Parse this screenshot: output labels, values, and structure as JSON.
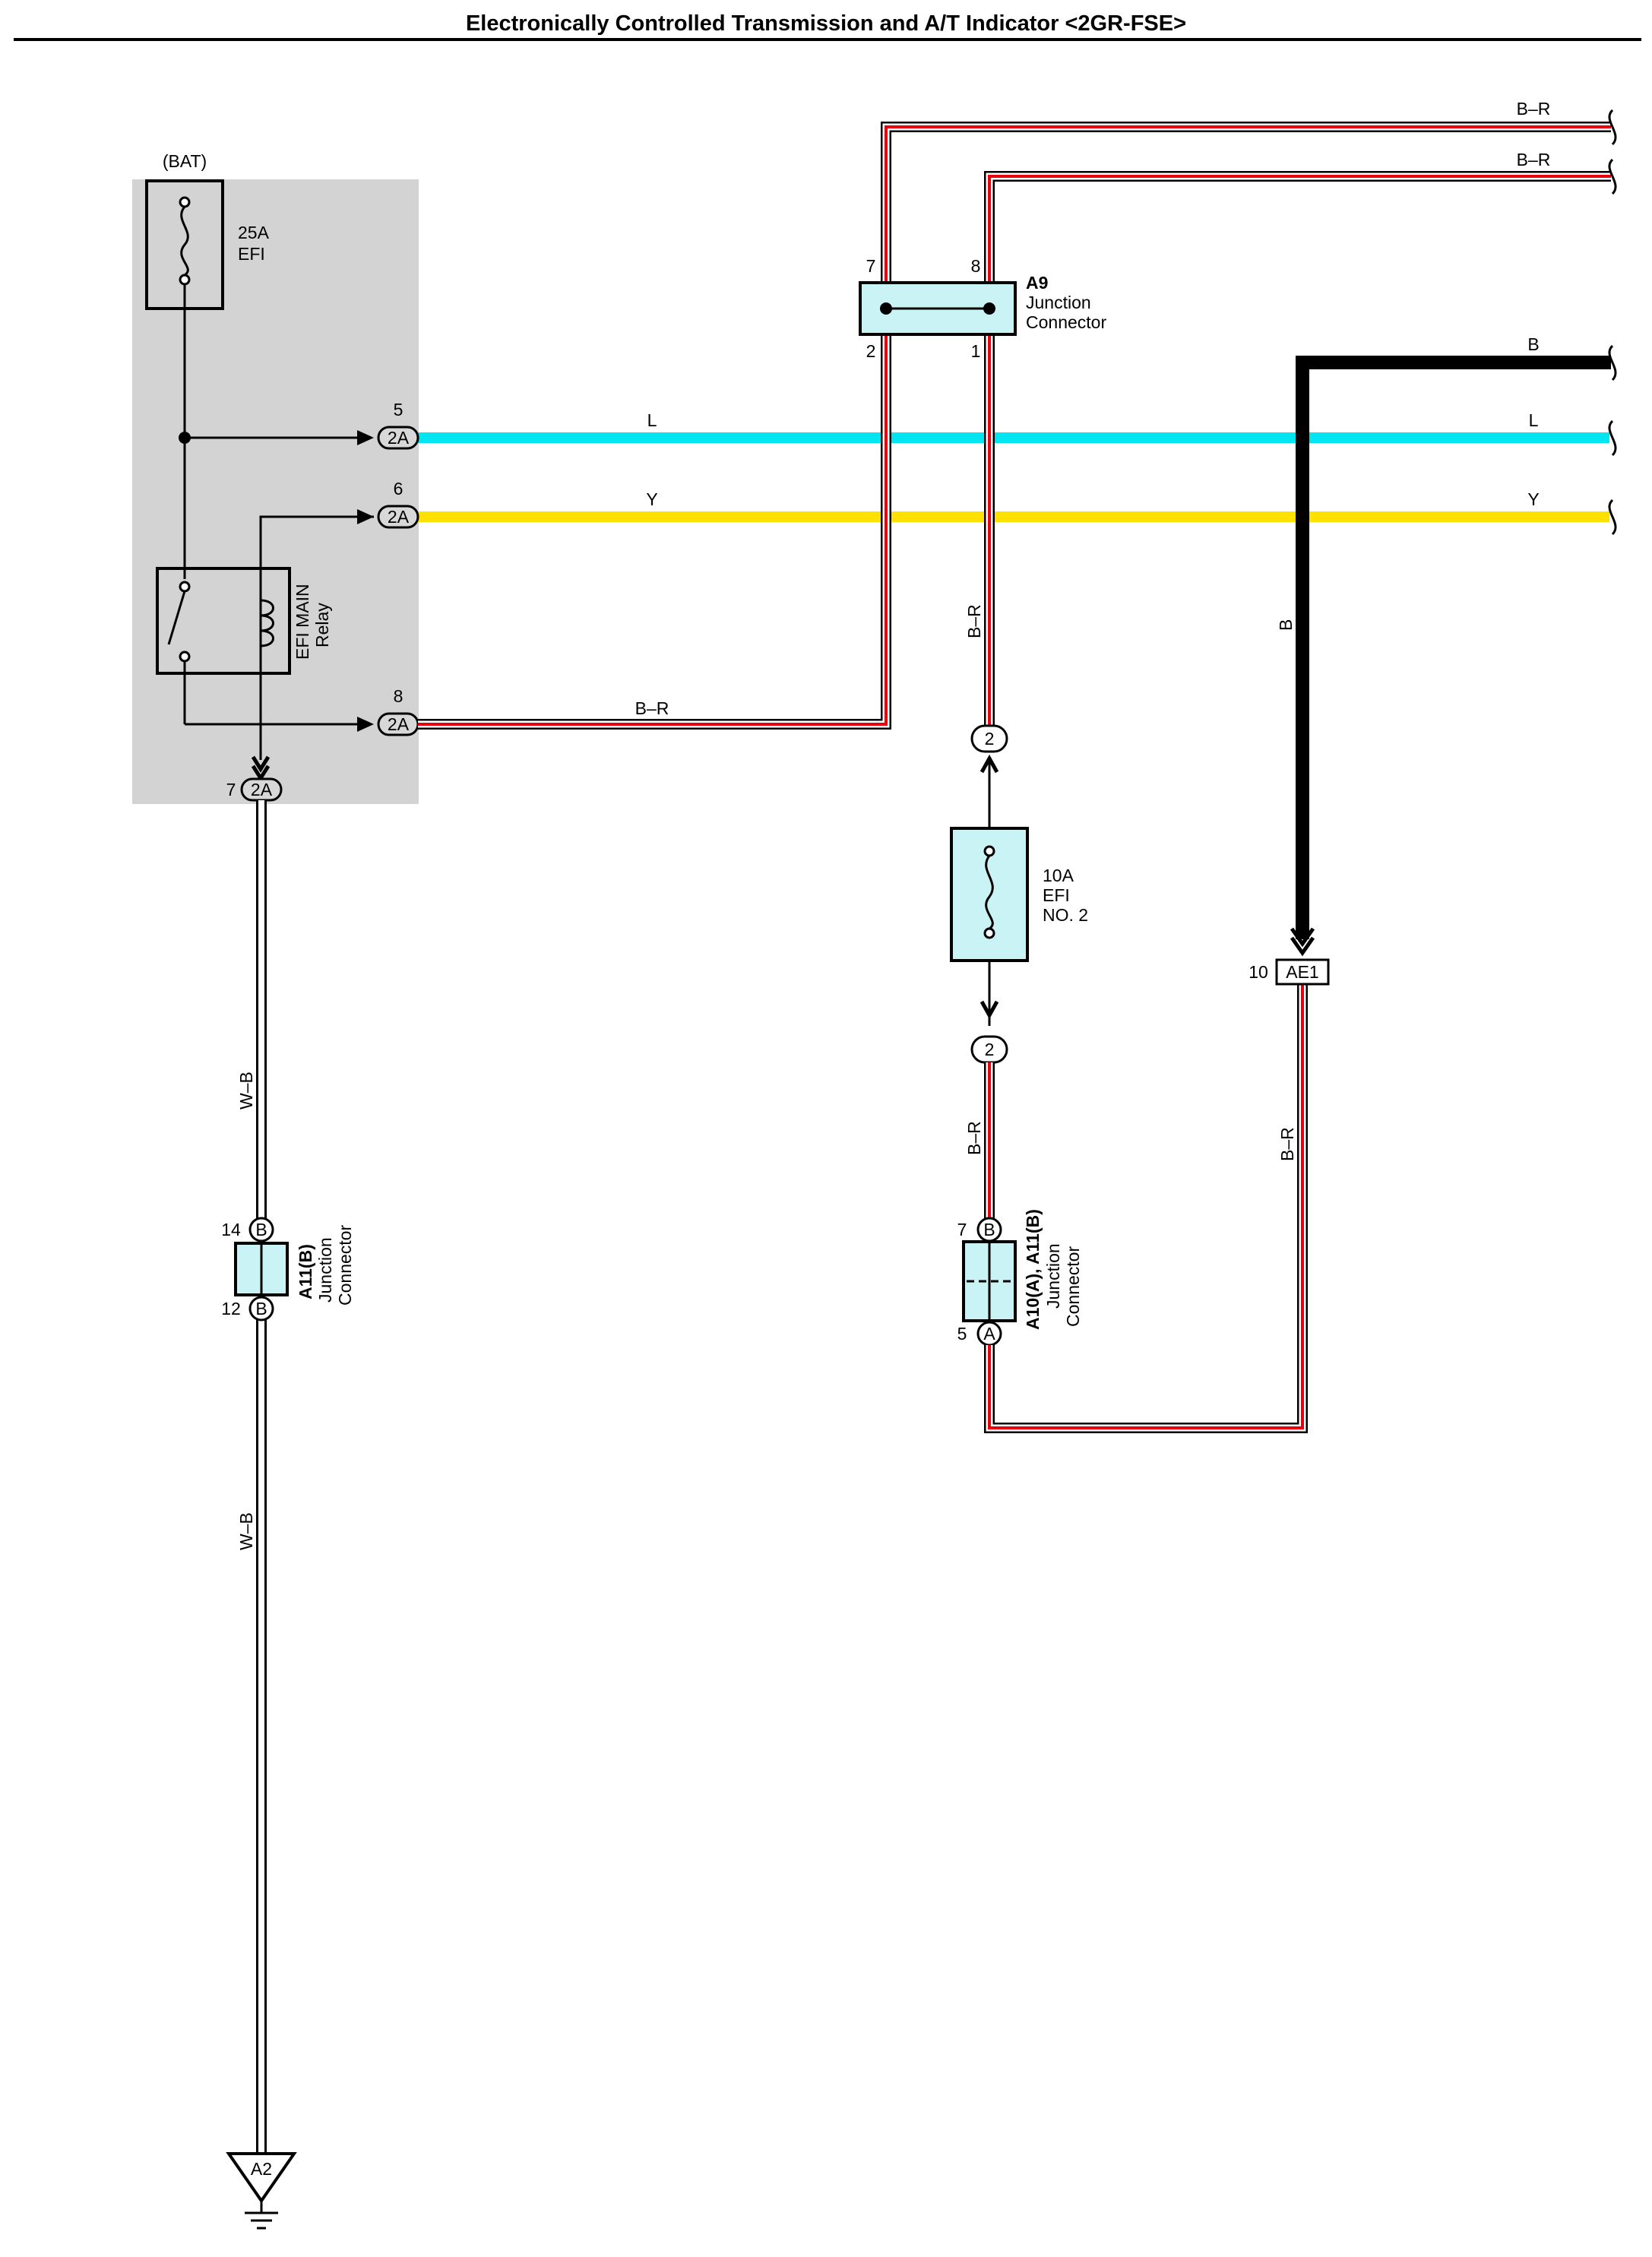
{
  "title": "Electronically Controlled Transmission and A/T Indicator <2GR-FSE>",
  "colors": {
    "relay_box_fill": "#d3d3d3",
    "wire_light_blue": "#00e5ef",
    "wire_yellow": "#ffe000",
    "wire_red_stripe": "#e8000c",
    "wire_black": "#000000",
    "connector_fill": "#c9f3f5",
    "pin_fill": "#d8d8d8"
  },
  "relay_box": {
    "bat_label": "(BAT)",
    "fuse_amps": "25A",
    "fuse_name": "EFI",
    "relay_name": "EFI MAIN",
    "relay_word": "Relay"
  },
  "pins": {
    "p5_num": "5",
    "p5_label": "2A",
    "p6_num": "6",
    "p6_label": "2A",
    "p8_num": "8",
    "p8_label": "2A",
    "p7_num": "7",
    "p7_label": "2A"
  },
  "wires": {
    "l": "L",
    "y": "Y",
    "br": "B–R",
    "b": "B",
    "wb": "W–B"
  },
  "a9": {
    "name": "A9",
    "line1": "Junction",
    "line2": "Connector",
    "pin7": "7",
    "pin8": "8",
    "pin2": "2",
    "pin1": "1"
  },
  "efi2_fuse": {
    "amps": "10A",
    "name": "EFI",
    "num": "NO. 2",
    "top_pin": "2",
    "bottom_pin": "2"
  },
  "a10a11": {
    "name": "A10(A), A11(B)",
    "line1": "Junction",
    "line2": "Connector",
    "pin7": "7",
    "pin7_letter": "B",
    "pin5": "5",
    "pin5_letter": "A"
  },
  "a11b": {
    "name": "A11(B)",
    "line1": "Junction",
    "line2": "Connector",
    "pin14": "14",
    "pin14_letter": "B",
    "pin12": "12",
    "pin12_letter": "B"
  },
  "ae1": {
    "num": "10",
    "label": "AE1"
  },
  "ground": {
    "label": "A2"
  }
}
